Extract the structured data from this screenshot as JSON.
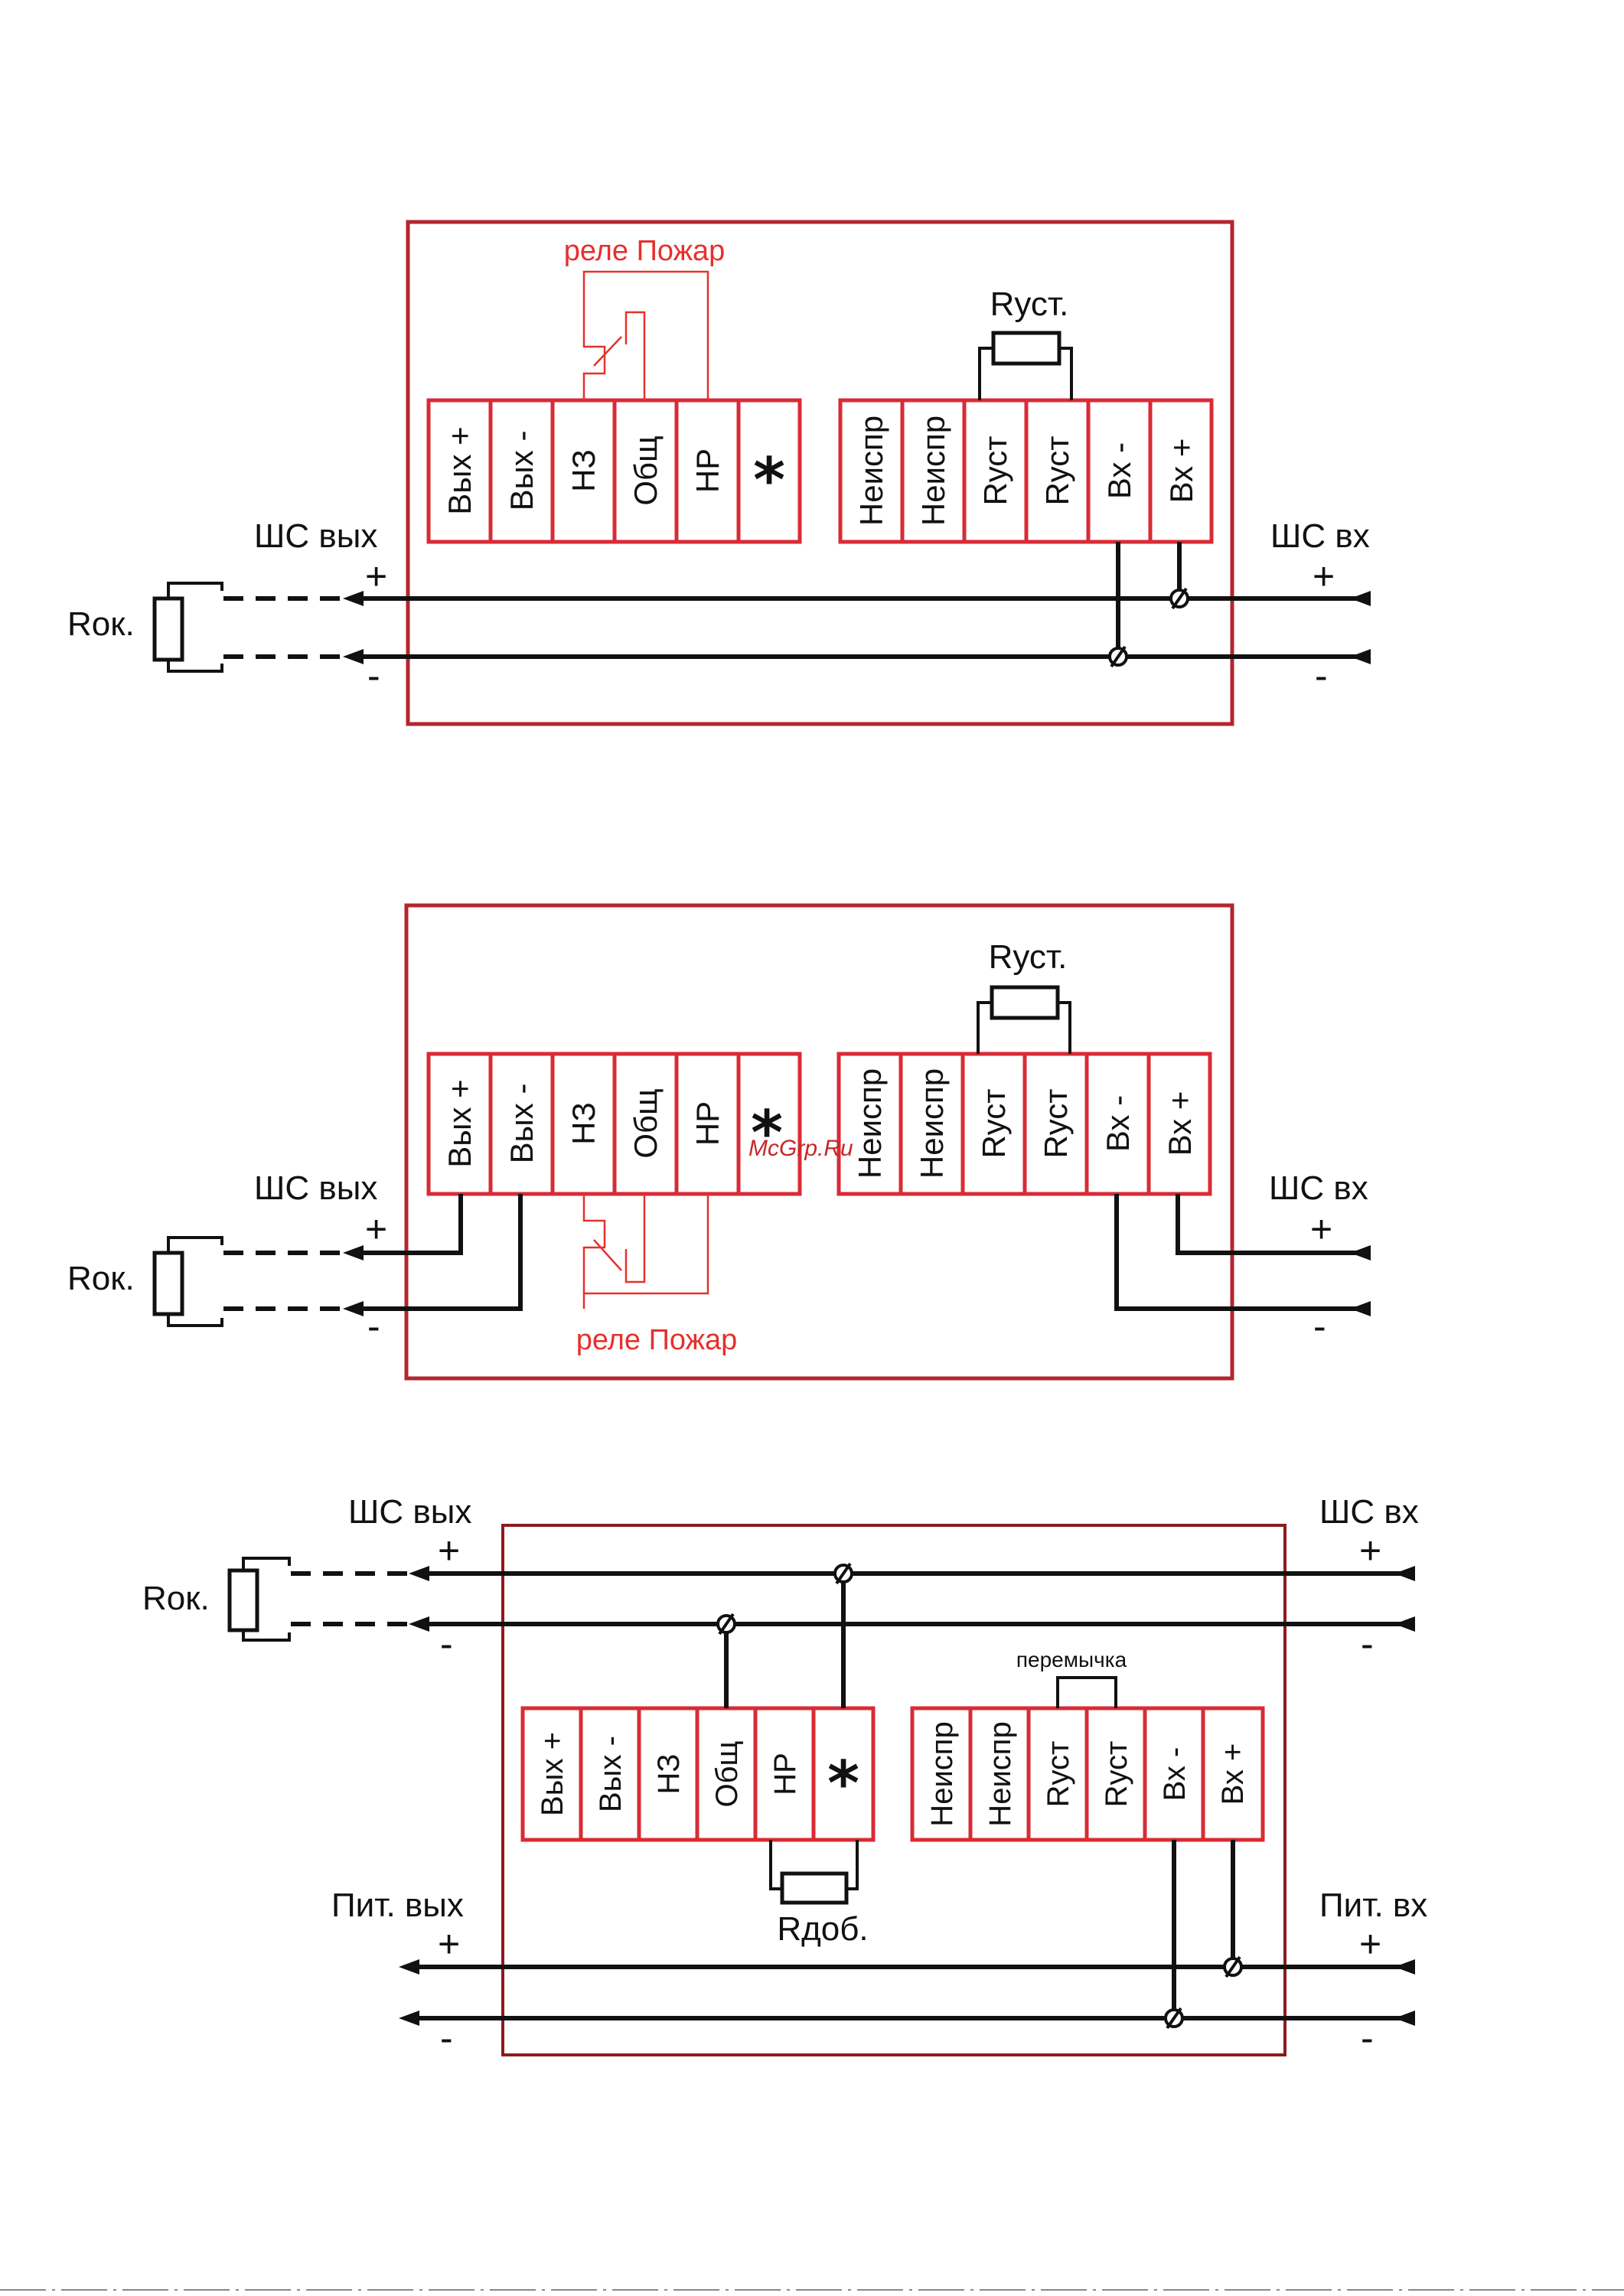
{
  "accent_color": "#b3262e",
  "relay_color": "#e5312c",
  "watermark": "McGrp.Ru",
  "diagrams": [
    {
      "left_terminals": [
        "Вых +",
        "Вых -",
        "НЗ",
        "Общ",
        "НР",
        "*"
      ],
      "right_terminals": [
        "Неиспр",
        "Неиспр",
        "Rуст",
        "Rуст",
        "Вх -",
        "Вх +"
      ],
      "relay_label": "реле Пожар",
      "resistor_label": "Rуст.",
      "loop_out_label": "ШС вых",
      "loop_in_label": "ШС вх",
      "end_resistor_label": "Rок.",
      "plus": "+",
      "minus": "-"
    },
    {
      "left_terminals": [
        "Вых +",
        "Вых -",
        "НЗ",
        "Общ",
        "НР",
        "*"
      ],
      "right_terminals": [
        "Неиспр",
        "Неиспр",
        "Rуст",
        "Rуст",
        "Вх -",
        "Вх +"
      ],
      "relay_label": "реле Пожар",
      "resistor_label": "Rуст.",
      "loop_out_label": "ШС вых",
      "loop_in_label": "ШС вх",
      "end_resistor_label": "Rок.",
      "plus": "+",
      "minus": "-"
    },
    {
      "left_terminals": [
        "Вых +",
        "Вых -",
        "НЗ",
        "Общ",
        "НР",
        "*"
      ],
      "right_terminals": [
        "Неиспр",
        "Неиспр",
        "Rуст",
        "Rуст",
        "Вх -",
        "Вх +"
      ],
      "jumper_label": "перемычка",
      "add_resistor_label": "Rдоб.",
      "loop_out_label": "ШС вых",
      "loop_in_label": "ШС вх",
      "power_out_label": "Пит. вых",
      "power_in_label": "Пит. вх",
      "end_resistor_label": "Rок.",
      "plus": "+",
      "minus": "-"
    }
  ]
}
